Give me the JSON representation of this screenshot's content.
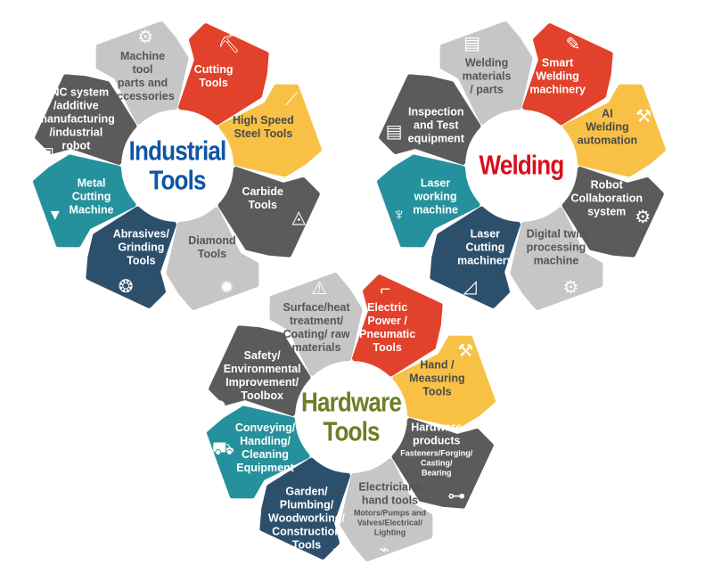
{
  "palette": {
    "red": "#e2412b",
    "yellow": "#f8c146",
    "dark": "#5b5b5b",
    "light": "#c6c6c6",
    "navy": "#2c4f6c",
    "teal": "#25919c"
  },
  "gears": [
    {
      "title": "Industrial\nTools",
      "title_color": "#0f55a5",
      "segments": [
        {
          "label": "Machine\ntool\nparts and\naccessories",
          "color": "light",
          "icon": "gears-icon",
          "glyph": "⚙"
        },
        {
          "label": "Cutting\nTools",
          "color": "red",
          "icon": "milling-cutter-icon",
          "glyph": "⛏"
        },
        {
          "label": "High Speed\nSteel Tools",
          "color": "yellow",
          "icon": "drill-bit-icon",
          "glyph": "⟋"
        },
        {
          "label": "Carbide\nTools",
          "color": "dark",
          "icon": "carbide-insert-icon",
          "glyph": "◬"
        },
        {
          "label": "Diamond\nTools",
          "color": "light",
          "icon": "saw-blade-icon",
          "glyph": "✹"
        },
        {
          "label": "Abrasives/\nGrinding\nTools",
          "color": "navy",
          "icon": "grinding-wheel-icon",
          "glyph": "❂"
        },
        {
          "label": "Metal\nCutting\nMachine",
          "color": "teal",
          "icon": "cutting-machine-icon",
          "glyph": "▾"
        },
        {
          "label": "CNC system\n/additive\nmanufacturing\n/industrial\nrobot",
          "color": "dark",
          "icon": "cnc-machine-icon",
          "glyph": "▣"
        }
      ]
    },
    {
      "title": "Welding",
      "title_color": "#d7101d",
      "segments": [
        {
          "label": "Welding\nmaterials\n/ parts",
          "color": "light",
          "icon": "welding-rods-icon",
          "glyph": "▤"
        },
        {
          "label": "Smart\nWelding\nmachinery",
          "color": "red",
          "icon": "welding-torch-icon",
          "glyph": "✎"
        },
        {
          "label": "AI\nWelding\nautomation",
          "color": "yellow",
          "icon": "robot-arm-icon",
          "glyph": "⚒"
        },
        {
          "label": "Robot\nCollaboration\nsystem",
          "color": "dark",
          "icon": "robot-hand-gear-icon",
          "glyph": "⚙"
        },
        {
          "label": "Digital twin\nprocessing\nmachine",
          "color": "light",
          "icon": "digital-twin-icon",
          "glyph": "⚙"
        },
        {
          "label": "Laser\nCutting\nmachinery",
          "color": "navy",
          "icon": "laser-cutter-icon",
          "glyph": "◿"
        },
        {
          "label": "Laser\nworking\nmachine",
          "color": "teal",
          "icon": "laser-head-icon",
          "glyph": "♆"
        },
        {
          "label": "Inspection\nand  Test\nequipment",
          "color": "dark",
          "icon": "clipboard-icon",
          "glyph": "▤"
        }
      ]
    },
    {
      "title": "Hardware\nTools",
      "title_color": "#6b7f26",
      "segments": [
        {
          "label": "Surface/heat\ntreatment/\nCoating/ raw\nmaterials",
          "color": "light",
          "icon": "fire-warning-icon",
          "glyph": "⚠"
        },
        {
          "label": "Electric\nPower /\nPneumatic\nTools",
          "color": "red",
          "icon": "power-drill-icon",
          "glyph": "⌐"
        },
        {
          "label": "Hand /\nMeasuring\nTools",
          "color": "yellow",
          "icon": "hammer-wrench-icon",
          "glyph": "⚒"
        },
        {
          "label": "Hardware\nproducts",
          "sub": "Fasteners/Forging/\nCasting/\nBearing",
          "color": "dark",
          "icon": "bolt-icon",
          "glyph": "⊶"
        },
        {
          "label": "Electricians\nhand tools",
          "sub": "Motors/Pumps and\nValves/Electrical/\nLighting",
          "color": "light",
          "icon": "battery-plug-icon",
          "glyph": "⌁"
        },
        {
          "label": "Garden/\nPlumbing/\nWoodworking/\nConstruction\nTools",
          "color": "navy",
          "icon": "chainsaw-icon",
          "glyph": "⚟"
        },
        {
          "label": "Conveying/\nHandling/\nCleaning\nEquipment",
          "color": "teal",
          "icon": "cart-icon",
          "glyph": "⛟"
        },
        {
          "label": "Safety/\nEnvironmental\nImprovement/\nToolbox",
          "color": "dark",
          "icon": "worker-helmet-icon",
          "glyph": "☻"
        }
      ]
    }
  ]
}
